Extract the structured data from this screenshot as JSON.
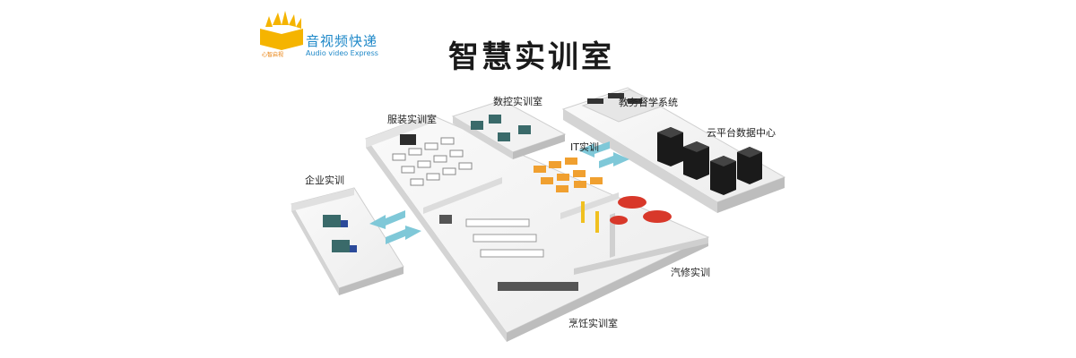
{
  "logo": {
    "name": "音视频快递",
    "subtitle": "Audio video Express",
    "tagline": "心智启视"
  },
  "title": "智慧实训室",
  "rooms": {
    "cnc": "数控实训室",
    "garment": "服装实训室",
    "academic": "教务督学系统",
    "cloud": "云平台数据中心",
    "it": "IT实训",
    "enterprise": "企业实训",
    "auto": "汽修实训",
    "cooking": "烹饪实训室"
  },
  "colors": {
    "floor": "#f4f4f4",
    "wall": "#d9d9d9",
    "arrow": "#7fc8d8",
    "server": "#1a1a1a",
    "car": "#d8382a",
    "desk": "#f0a030",
    "logo_blue": "#1e88c8",
    "logo_yellow": "#f5b400"
  }
}
